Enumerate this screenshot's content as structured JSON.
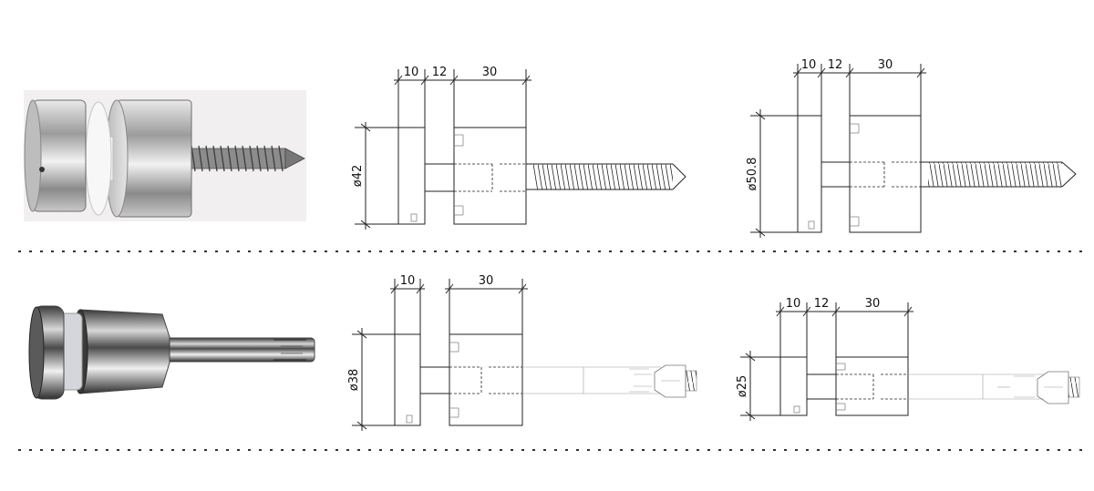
{
  "rows": [
    {
      "photo": {
        "icon": "wood-screw-standoff-photo"
      },
      "drawings": [
        {
          "dims": [
            "10",
            "12",
            "30"
          ],
          "diameter": "ø42",
          "fixing": "wood-screw-icon"
        },
        {
          "dims": [
            "10",
            "12",
            "30"
          ],
          "diameter": "ø50.8",
          "fixing": "wood-screw-icon"
        }
      ]
    },
    {
      "photo": {
        "icon": "anchor-bolt-standoff-photo"
      },
      "drawings": [
        {
          "dims": [
            "10",
            "30"
          ],
          "diameter": "ø38",
          "fixing": "expansion-anchor-icon"
        },
        {
          "dims": [
            "10",
            "12",
            "30"
          ],
          "diameter": "ø25",
          "fixing": "expansion-anchor-icon"
        }
      ]
    }
  ],
  "colors": {
    "line": "#222222",
    "photo_background": "#f1efef",
    "separator": "#333333"
  }
}
